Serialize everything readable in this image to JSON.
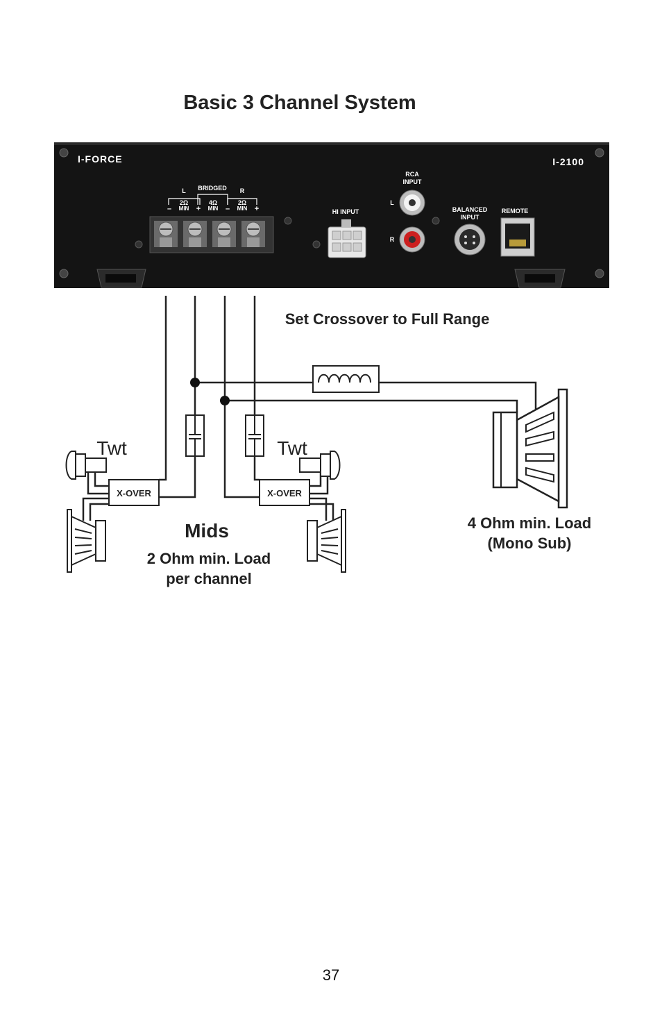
{
  "title": "Basic 3 Channel System",
  "amp": {
    "brand": "I-FORCE",
    "model": "I-2100",
    "terminal_labels": {
      "left": "L",
      "bridged": "BRIDGED",
      "right": "R",
      "minus": "–",
      "plus": "+",
      "two_ohm": "2Ω",
      "four_ohm": "4Ω",
      "min": "MIN"
    },
    "hi_input": "HI INPUT",
    "rca_input": [
      "RCA",
      "INPUT"
    ],
    "rca_l": "L",
    "rca_r": "R",
    "balanced_input": [
      "BALANCED",
      "INPUT"
    ],
    "remote": "REMOTE"
  },
  "labels": {
    "crossover_note": "Set Crossover to Full Range",
    "twt_left": "Twt",
    "twt_right": "Twt",
    "xover_left": "X-OVER",
    "xover_right": "X-OVER",
    "mids": "Mids",
    "mids_load_line1": "2 Ohm min. Load",
    "mids_load_line2": "per channel",
    "sub_load_line1": "4 Ohm min. Load",
    "sub_load_line2": "(Mono Sub)"
  },
  "page_number": "37"
}
